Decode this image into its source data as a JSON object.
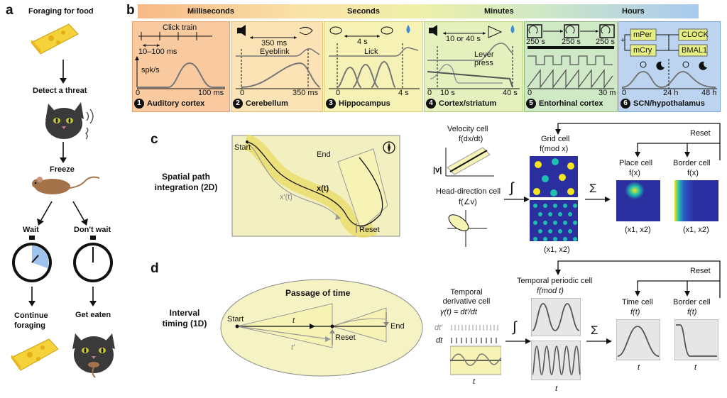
{
  "colors": {
    "panel_orange": "#f9c9a0",
    "panel_peach": "#fbe3b6",
    "panel_yellow": "#f6f1b5",
    "panel_lightgreen": "#e5f0bf",
    "panel_green": "#cfe8c6",
    "panel_blue": "#bcd4ef",
    "highlight_yellow": "#f7f3b4",
    "light_blue_wedge": "#9ec3ec",
    "grid_cell_dark": "#2b2fa0",
    "grid_cell_spot": "#f5e51c",
    "curve_gray": "#6b6b6b"
  },
  "panel_a": {
    "label": "a",
    "foraging": "Foraging for food",
    "detect": "Detect a threat",
    "freeze": "Freeze",
    "wait": "Wait",
    "dont_wait": "Don't wait",
    "continue": "Continue foraging",
    "eaten": "Get eaten",
    "icons": [
      "cheese-icon",
      "cat-icon",
      "mouse-icon",
      "stopwatch-icon"
    ]
  },
  "panel_b": {
    "label": "b",
    "timescales": [
      "Milliseconds",
      "Seconds",
      "Minutes",
      "Hours"
    ],
    "panels": [
      {
        "num": "1",
        "title": "Auditory cortex",
        "labels": [
          "Click train",
          "10–100 ms",
          "spk/s",
          "0",
          "100 ms"
        ]
      },
      {
        "num": "2",
        "title": "Cerebellum",
        "labels": [
          "350 ms",
          "Eyeblink",
          "0",
          "350 ms"
        ]
      },
      {
        "num": "3",
        "title": "Hippocampus",
        "labels": [
          "4 s",
          "Lick",
          "0",
          "4 s"
        ]
      },
      {
        "num": "4",
        "title": "Cortex/striatum",
        "labels": [
          "10 or 40 s",
          "Lever",
          "press",
          "0",
          "10 s",
          "40 s"
        ]
      },
      {
        "num": "5",
        "title": "Entorhinal cortex",
        "labels": [
          "250 s",
          "250 s",
          "250 s",
          "0",
          "30 m"
        ]
      },
      {
        "num": "6",
        "title": "SCN/hypothalamus",
        "labels": [
          "mPer",
          "mCry",
          "CLOCK",
          "BMAL1",
          "0",
          "24 h",
          "48 h",
          "+"
        ]
      }
    ]
  },
  "panel_c": {
    "label": "c",
    "title": "Spatial path integration (2D)",
    "start": "Start",
    "end": "End",
    "reset": "Reset",
    "x_t": "x(t)",
    "x_prime": "x′(t)",
    "velocity_cell": "Velocity cell",
    "velocity_f": "f(dx/dt)",
    "v_abs": "|v|",
    "head_direction": "Head-direction cell",
    "head_f": "f(∠v)",
    "integral": "∫",
    "sum": "Σ",
    "grid_cell": "Grid cell",
    "grid_f": "f(mod x)",
    "place_cell": "Place cell",
    "place_f": "f(x)",
    "border_cell": "Border cell",
    "border_f": "f(x)",
    "reset_loop": "Reset",
    "coords": "(x1, x2)"
  },
  "panel_d": {
    "label": "d",
    "title": "Interval timing (1D)",
    "passage": "Passage of time",
    "start": "Start",
    "end": "End",
    "reset": "Reset",
    "t": "t",
    "t_prime": "t′",
    "temporal_derivative": "Temporal derivative cell",
    "gamma": "γ(t) = dt′/dt",
    "dt_prime": "dt′",
    "dt": "dt",
    "temporal_periodic": "Temporal periodic cell",
    "periodic_f": "f(mod t)",
    "integral": "∫",
    "sum": "Σ",
    "time_cell": "Time cell",
    "time_f": "f(t)",
    "border_cell": "Border cell",
    "border_f": "f(t)",
    "reset_loop": "Reset",
    "axis_t": "t"
  }
}
